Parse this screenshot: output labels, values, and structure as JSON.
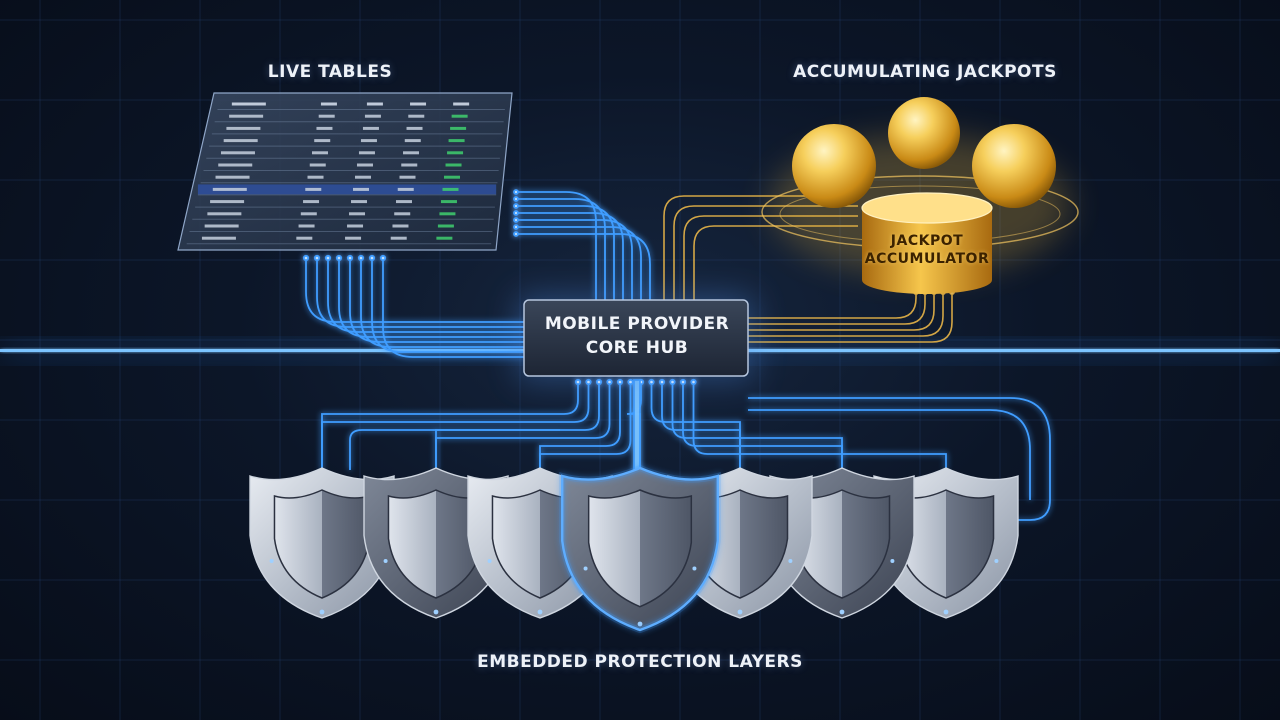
{
  "sections": {
    "live_tables": "LIVE TABLES",
    "jackpots": "ACCUMULATING JACKPOTS",
    "protection": "EMBEDDED PROTECTION LAYERS"
  },
  "hub": {
    "line1": "MOBILE PROVIDER",
    "line2": "CORE HUB"
  },
  "accumulator": {
    "line1": "JACKPOT",
    "line2": "ACCUMULATOR"
  },
  "colors": {
    "circuit_blue": "#3f9dff",
    "circuit_gold": "#e8b548",
    "hub_panel": "#2a3447",
    "table_highlight": "#2f4f9a",
    "table_green": "#3fcf6f",
    "jackpot_gold": "#f0b93a"
  },
  "elements": {
    "table_rows": 12,
    "table_highlighted_row": 7,
    "jackpot_orbs": 3,
    "shields": 7
  }
}
